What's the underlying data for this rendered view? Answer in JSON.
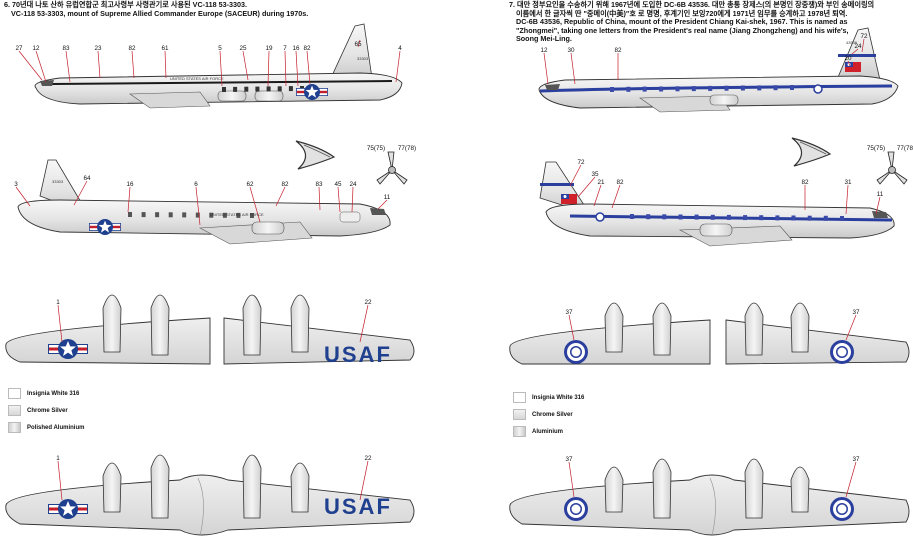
{
  "left_header": {
    "line1": "6. 70년대 나토 산하 유럽연합군 최고사령부 사령관기로 사용된 VC-118 53-3303.",
    "line2": "VC-118 53-3303, mount of Supreme Allied Commander Europe (SACEUR) during 1970s."
  },
  "right_header": {
    "line1": "7. 대만 정부요인을 수송하기 위해 1967년에 도입한 DC-6B 43536. 대만 총통 장제스(의 본명인 장중쟁)와 부인 송메이링의",
    "line2": "이름에서 한 글자씩 딴 \"중메이(中美)\"호 로 명명, 후계기인 보잉720에게 1971년 임무를 승계하고 1978년 퇴역.",
    "line3": "DC-6B 43536, Republic of China, mount of the President Chiang Kai-shek, 1967. This is named as",
    "line4": "\"Zhongmei\", taking one letters from the President's real name (Jiang Zhongzheng) and his wife's,",
    "line5": "Soong Mei-Ling."
  },
  "left_legend": [
    "Insignia White 316",
    "Chrome Silver",
    "Polished Aluminium"
  ],
  "right_legend": [
    "Insignia White 316",
    "Chrome Silver",
    "Aluminium"
  ],
  "usaf_side_top": {
    "fuselage_text": "UNITED STATES AIR FORCE",
    "tail_text": "33303"
  },
  "usaf_side_bottom": {
    "fuselage_text": "UNITED STATES AIR FORCE",
    "tail_text": "33303"
  },
  "usaf_wing": "USAF",
  "roc_tail_text": "43536",
  "callouts": {
    "usaf_top": [
      "27",
      "12",
      "83",
      "23",
      "82",
      "61",
      "5",
      "25",
      "19",
      "7",
      "16",
      "82",
      "65",
      "4"
    ],
    "usaf_bottom": [
      "3",
      "64",
      "16",
      "6",
      "62",
      "82",
      "83",
      "45",
      "24",
      "11"
    ],
    "prop": [
      "75(75)",
      "77(78)"
    ],
    "roc_top": [
      "12",
      "30",
      "82",
      "72",
      "24",
      "20"
    ],
    "roc_bottom": [
      "72",
      "35",
      "21",
      "82",
      "82",
      "31",
      "11"
    ],
    "prop_roc": [
      "75(75)",
      "77(78)"
    ],
    "usaf_upper_wing": [
      "1",
      "22"
    ],
    "usaf_lower_wing": [
      "1",
      "22"
    ],
    "roc_upper_wing": [
      "37",
      "37"
    ],
    "roc_lower_wing": [
      "37",
      "37"
    ]
  },
  "colors": {
    "usaf_blue": "#1f3f8f",
    "roc_blue": "#2b3f9e",
    "roc_red": "#d0202a",
    "silver": "#e9e9e9"
  }
}
